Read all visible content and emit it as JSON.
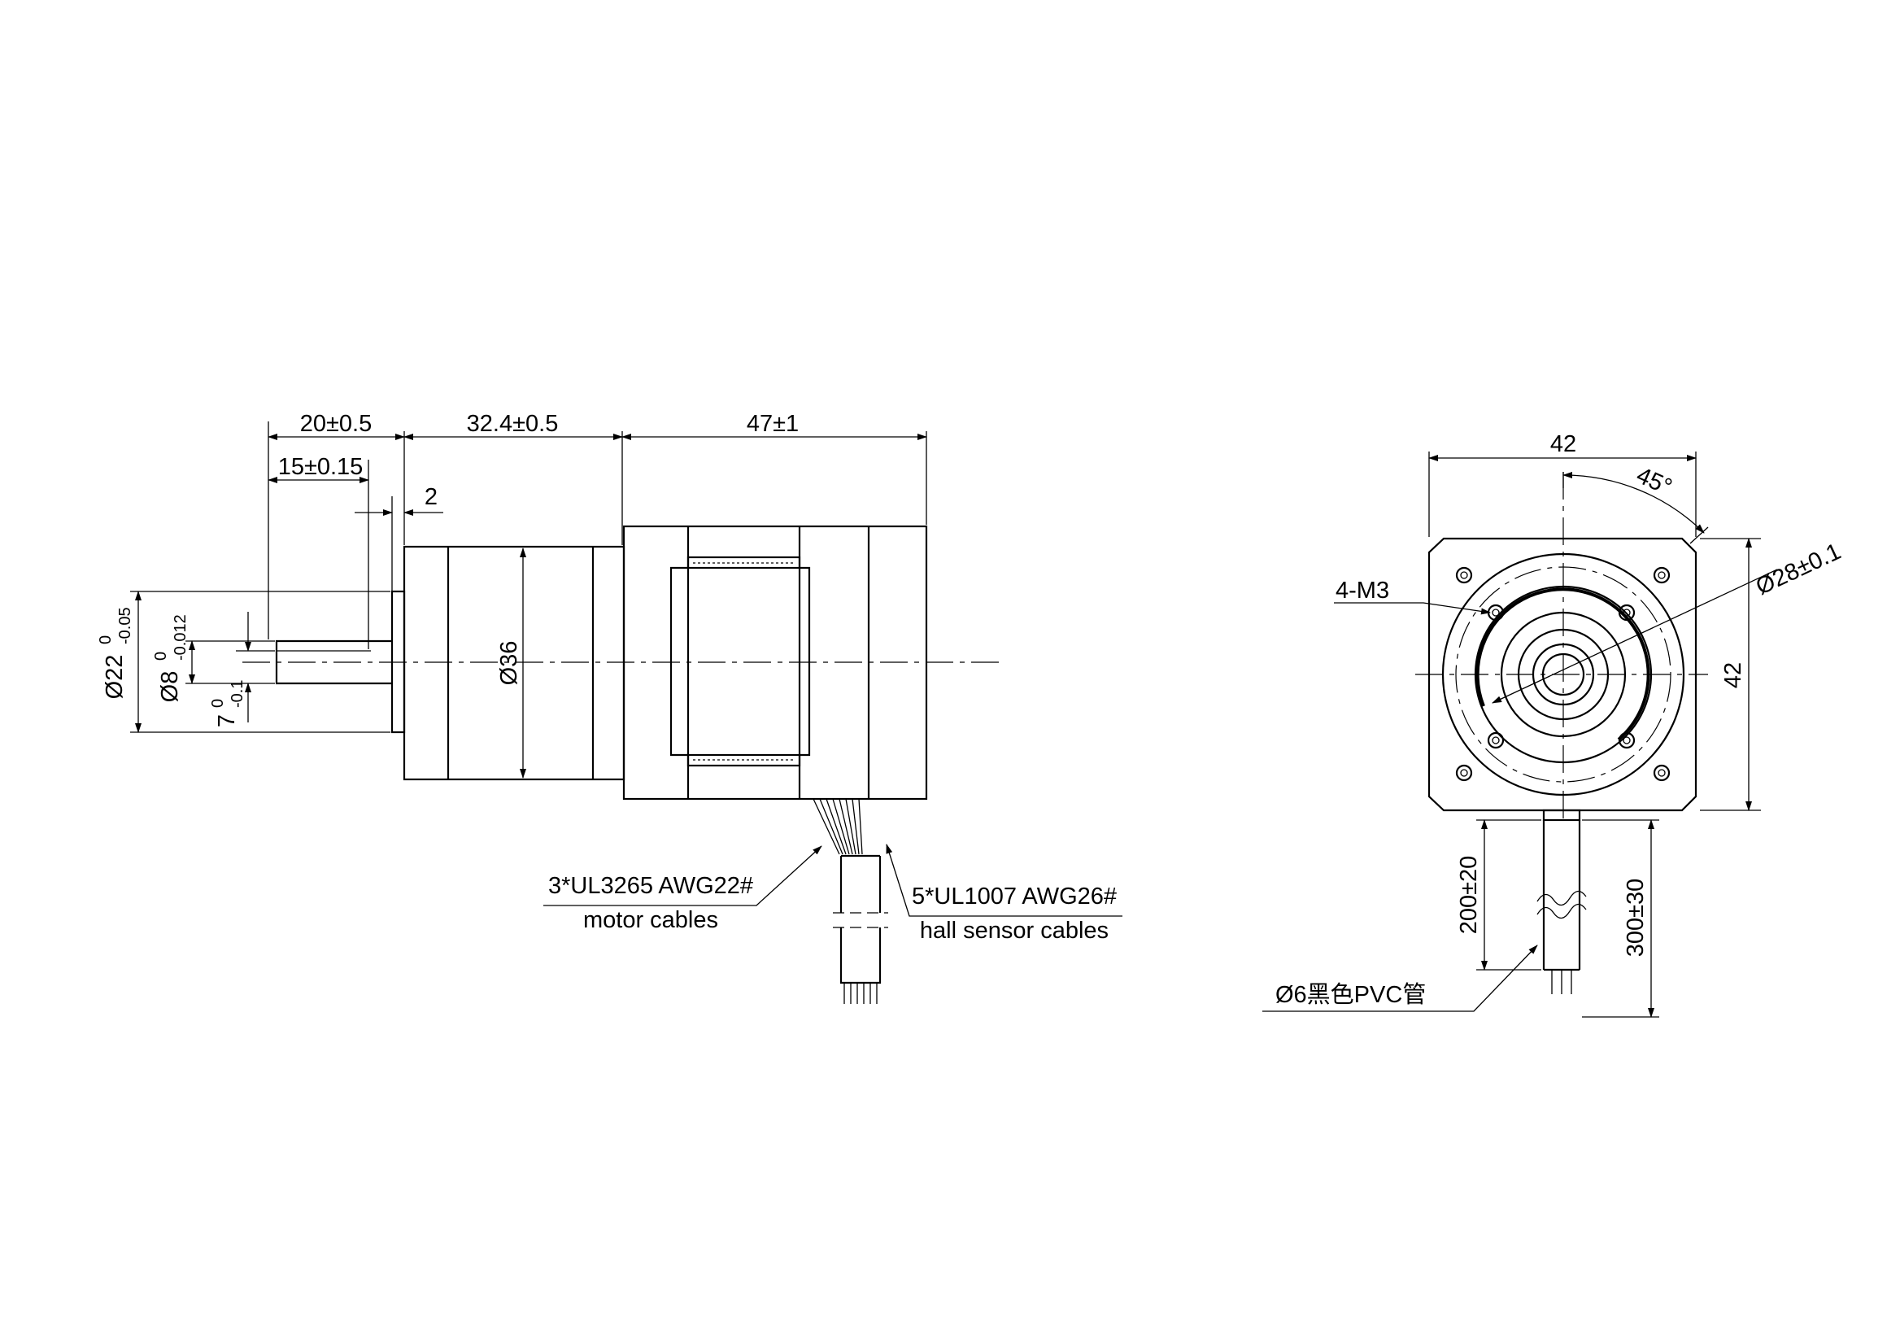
{
  "side_view": {
    "dim_shaft_length": "20±0.5",
    "dim_key_length": "15±0.15",
    "dim_boss": "2",
    "dim_gearbox": "32.4±0.5",
    "dim_motor": "47±1",
    "dim_gearbox_dia": "Ø36",
    "dim_pilot_dia": "Ø22",
    "dim_pilot_tol_upper": "0",
    "dim_pilot_tol_lower": "-0.05",
    "dim_shaft_dia": "Ø8",
    "dim_shaft_tol_upper": "0",
    "dim_shaft_tol_lower": "-0.012",
    "dim_flat": "7",
    "dim_flat_tol_upper": "0",
    "dim_flat_tol_lower": "-0.1",
    "motor_cables_spec": "3*UL3265 AWG22#",
    "motor_cables_label": "motor cables",
    "hall_cables_spec": "5*UL1007 AWG26#",
    "hall_cables_label": "hall sensor cables"
  },
  "end_view": {
    "dim_width": "42",
    "dim_height": "42",
    "dim_angle": "45°",
    "dim_bolt_circle": "Ø28±0.1",
    "holes_label": "4-M3",
    "dim_lead_short": "200±20",
    "dim_lead_long": "300±30",
    "tube_label": "Ø6黑色PVC管"
  }
}
